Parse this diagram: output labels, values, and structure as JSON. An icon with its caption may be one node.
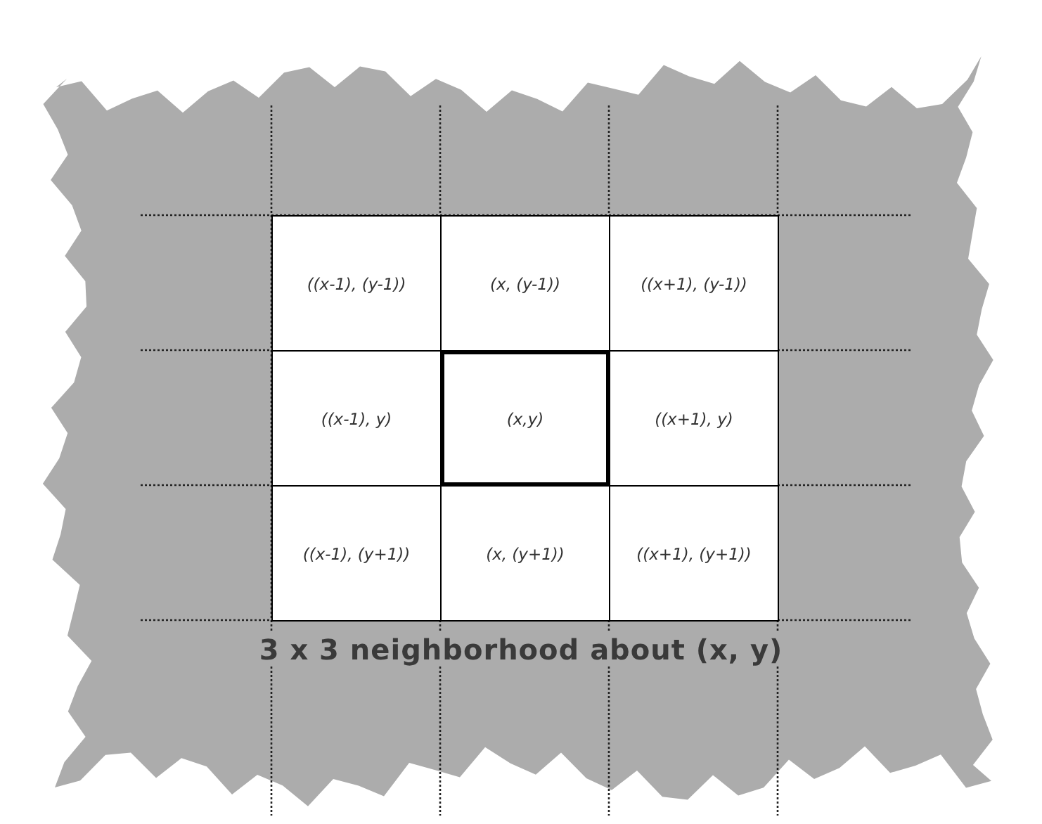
{
  "diagram": {
    "caption": "3 x 3 neighborhood about (x, y)",
    "nodes": [
      {
        "text": [
          "((x-1), (y-1))"
        ]
      },
      {
        "text": [
          "(x, (y-1))"
        ]
      },
      {
        "text": [
          "((x+1), (y-1))"
        ]
      },
      {
        "text": [
          "((x-1), y)"
        ]
      },
      {
        "text": [
          "(x,y)"
        ]
      },
      {
        "text": [
          "((x+1), y)"
        ]
      },
      {
        "text": [
          "((x-1), (y+1))"
        ]
      },
      {
        "text": [
          "(x, (y+1))"
        ]
      },
      {
        "text": [
          "((x+1), (y+1))"
        ]
      }
    ]
  }
}
